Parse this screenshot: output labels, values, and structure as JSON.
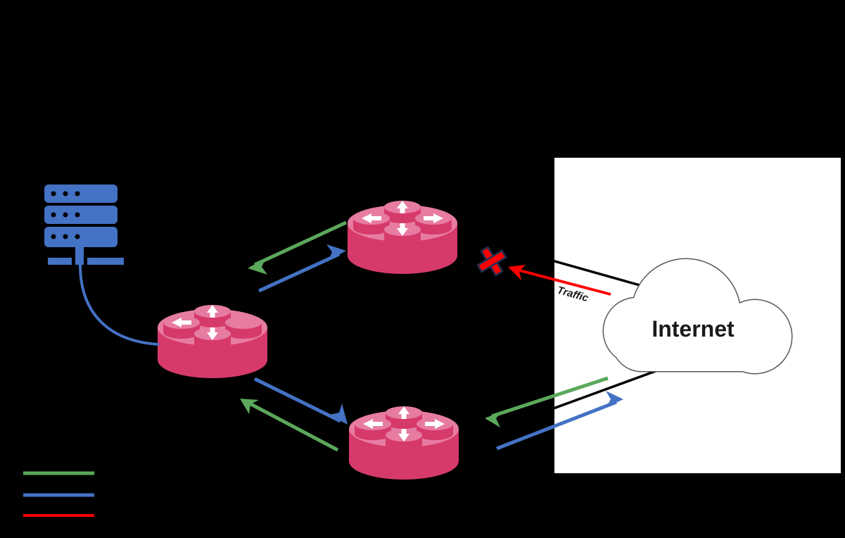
{
  "labels": {
    "internet": "Internet",
    "traffic": "Traffic"
  },
  "colors": {
    "background": "#000000",
    "panel": "#FFFFFF",
    "server-blue": "#4472C4",
    "router-body": "#D63A6A",
    "router-top": "#E77CA2",
    "arrow-green": "#5BA85B",
    "arrow-blue": "#4472C4",
    "arrow-red": "#FF0000",
    "x-outline": "#203050",
    "cloud-stroke": "#595959",
    "label-text": "#1A1A1A"
  },
  "legend": {
    "items": [
      {
        "name": "green-line",
        "color": "#5BA85B"
      },
      {
        "name": "blue-line",
        "color": "#4472C4"
      },
      {
        "name": "red-line",
        "color": "#FF0000"
      }
    ]
  },
  "nodes": [
    {
      "name": "server"
    },
    {
      "name": "router-central"
    },
    {
      "name": "router-top"
    },
    {
      "name": "router-bottom"
    },
    {
      "name": "internet-cloud"
    }
  ]
}
